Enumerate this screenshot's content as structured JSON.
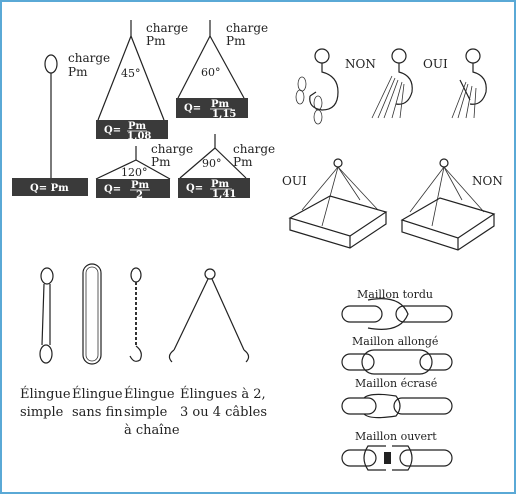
{
  "load_diagrams": {
    "charge_word": "charge",
    "pm": "Pm",
    "single": {
      "load": "Q= Pm"
    },
    "a45": {
      "angle": "45°",
      "load_prefix": "Q=",
      "num": "Pm",
      "den": "1,08"
    },
    "a60": {
      "angle": "60°",
      "load_prefix": "Q=",
      "num": "Pm",
      "den": "1,15"
    },
    "a120": {
      "angle": "120°",
      "load_prefix": "Q=",
      "num": "Pm",
      "den": "2"
    },
    "a90": {
      "angle": "90°",
      "load_prefix": "Q=",
      "num": "Pm",
      "den": "1,41"
    }
  },
  "hooks": {
    "non": "NON",
    "oui": "OUI"
  },
  "load_carry": {
    "oui": "OUI",
    "non": "NON"
  },
  "slings": [
    {
      "line1": "Élingue",
      "line2": "simple",
      "line3": ""
    },
    {
      "line1": "Élingue",
      "line2": "sans fin",
      "line3": ""
    },
    {
      "line1": "Élingue",
      "line2": "simple",
      "line3": "à chaîne"
    },
    {
      "line1": "Élingues à 2,",
      "line2": "3 ou 4 câbles",
      "line3": ""
    }
  ],
  "links": [
    "Maillon tordu",
    "Maillon allongé",
    "Maillon écrasé",
    "Maillon ouvert"
  ],
  "colors": {
    "border": "#5aa9d6",
    "load_box": "#3a3a3a"
  }
}
